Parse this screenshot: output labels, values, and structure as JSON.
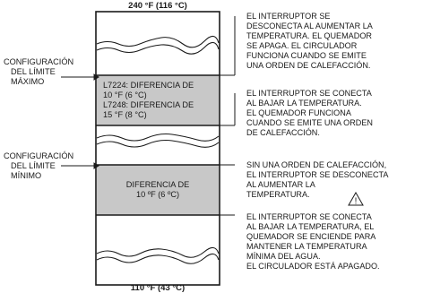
{
  "temp_top": "240 °F (116 °C)",
  "temp_bottom": "110 °F (43 °C)",
  "left_labels": {
    "max_limit": [
      "CONFIGURACIÓN",
      "DEL LÍMITE",
      "MÁXIMO"
    ],
    "min_limit": [
      "CONFIGURACIÓN",
      "DEL LÍMITE",
      "MÍNIMO"
    ]
  },
  "max_box": [
    "L7224: DIFERENCIA DE",
    "10 °F (6 °C)",
    "L7248: DIFERENCIA DE",
    "15 °F (8 °C)"
  ],
  "min_box": [
    "DIFERENCIA DE",
    "10 ºF (6 ºC)"
  ],
  "notes": {
    "n1": [
      "EL INTERRUPTOR SE",
      "DESCONECTA AL AUMENTAR LA",
      "TEMPERATURA. EL QUEMADOR",
      "SE APAGA. EL CIRCULADOR",
      "FUNCIONA CUANDO SE EMITE",
      "UNA ORDEN DE CALEFACCIÓN."
    ],
    "n2": [
      "EL INTERRUPTOR SE CONECTA",
      "AL BAJAR LA TEMPERATURA.",
      "EL QUEMADOR FUNCIONA",
      "CUANDO SE EMITE UNA ORDEN",
      "DE CALEFACCIÓN."
    ],
    "n3": [
      "SIN UNA ORDEN DE CALEFACCIÓN,",
      "EL INTERRUPTOR SE DESCONECTA",
      "AL AUMENTAR LA",
      "TEMPERATURA."
    ],
    "n4": [
      "EL INTERRUPTOR SE CONECTA",
      "AL BAJAR LA TEMPERATURA, EL",
      "QUEMADOR SE ENCIENDE PARA",
      "MANTENER LA TEMPERATURA",
      "MÍNIMA DEL AGUA.",
      "EL CIRCULADOR ESTÁ APAGADO."
    ]
  },
  "warning_symbol": "!",
  "colors": {
    "band_fill": "#c8c8c8",
    "line": "#1a1a1a"
  }
}
